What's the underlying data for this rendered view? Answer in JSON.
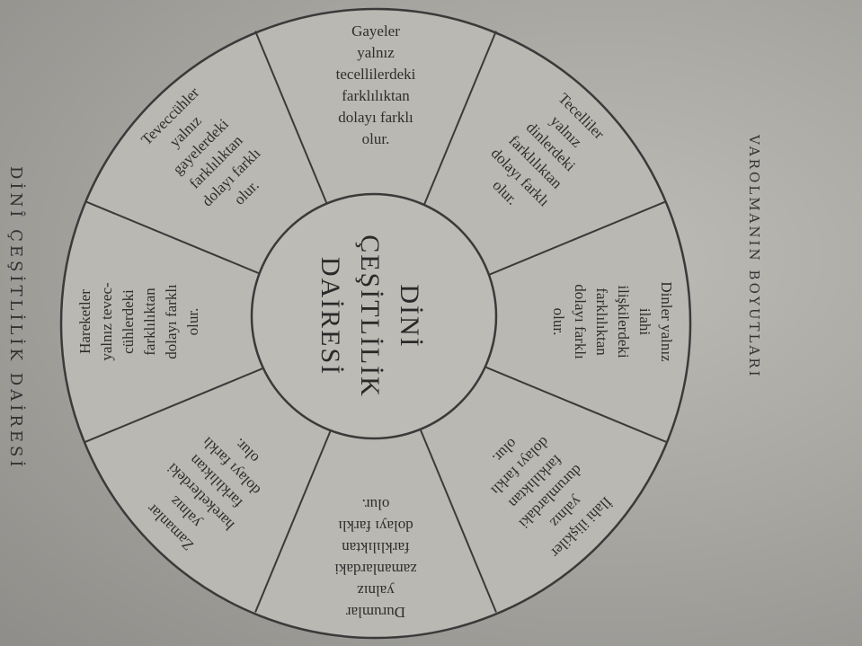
{
  "side_title": "VAROLMANIN BOYUTLARI",
  "left_title": "DİNÎ ÇEŞİTLİLİK DAİRESİ",
  "center": {
    "lines": [
      "DİNİ",
      "ÇEŞİTLİLİK",
      "DAİRESİ"
    ]
  },
  "segments": [
    {
      "lines": [
        "Gayeler",
        "yalnız",
        "tecellilerdeki",
        "farklılıktan",
        "dolayı farklı",
        "olur."
      ]
    },
    {
      "lines": [
        "Tecelliler",
        "yalnız",
        "dinlerdeki",
        "farklılıktan",
        "dolayı farklı",
        "olur."
      ]
    },
    {
      "lines": [
        "Dinler yalnız",
        "ilahi",
        "ilişkilerdeki",
        "farklılıktan",
        "dolayı farklı",
        "olur."
      ]
    },
    {
      "lines": [
        "İlahi ilişkiler",
        "yalnız",
        "durumlardaki",
        "farklılıktan",
        "dolayı farklı",
        "olur."
      ]
    },
    {
      "lines": [
        "Durumlar",
        "yalnız",
        "zamanlardaki",
        "farklılıktan",
        "dolayı farklı",
        "olur."
      ]
    },
    {
      "lines": [
        "Zamanlar",
        "yalnız",
        "hareketlerdeki",
        "farklılıktan",
        "dolayı farklı",
        "olur."
      ]
    },
    {
      "lines": [
        "Hareketler",
        "yalnız tevec-",
        "cühlerdeki",
        "farklılıktan",
        "dolayı farklı",
        "olur."
      ]
    },
    {
      "lines": [
        "Teveccühler",
        "yalnız",
        "gayelerdeki",
        "farklılıktan",
        "dolayı farklı",
        "olur."
      ]
    }
  ]
}
